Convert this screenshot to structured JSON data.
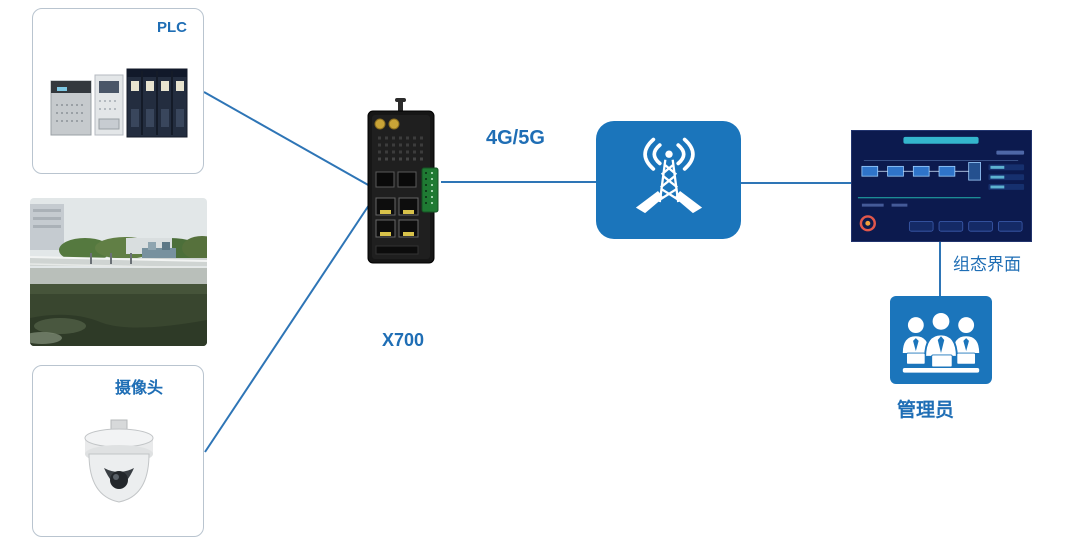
{
  "diagram": {
    "nodes": {
      "plc": {
        "label": "PLC",
        "icon": "plc-device-image"
      },
      "site_photo": {
        "icon": "water-plant-photo"
      },
      "camera": {
        "label": "摄像头",
        "icon": "dome-camera-image"
      },
      "router": {
        "label": "X700",
        "icon": "industrial-router-image"
      },
      "base_station": {
        "icon": "cell-tower-icon"
      },
      "scada_screen": {
        "label": "组态界面",
        "icon": "scada-dashboard-image"
      },
      "admin": {
        "label": "管理员",
        "icon": "admin-team-icon"
      }
    },
    "edges": {
      "router_to_base_station": {
        "label": "4G/5G"
      }
    },
    "colors": {
      "label_blue": "#1f6eb5",
      "line_blue": "#2e75b6",
      "icon_blue": "#1b75bb",
      "dashboard_bg": "#0c1a4e",
      "box_border": "#b9c4cf"
    }
  }
}
